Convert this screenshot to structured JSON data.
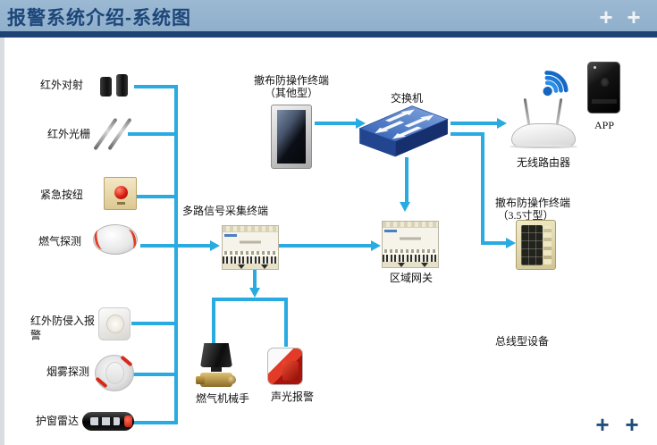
{
  "header": {
    "title": "报警系统介绍-系统图"
  },
  "controls": {
    "plus": "+"
  },
  "diagram": {
    "left_devices": [
      {
        "label": "红外对射",
        "icon": "infrared-beam-icon"
      },
      {
        "label": "红外光栅",
        "icon": "infrared-grating-icon"
      },
      {
        "label": "紧急按纽",
        "icon": "emergency-button-icon"
      },
      {
        "label": "燃气探测",
        "icon": "gas-detector-icon"
      },
      {
        "label": "红外防侵入报警",
        "icon": "pir-intrusion-detector-icon"
      },
      {
        "label": "烟雾探测",
        "icon": "smoke-detector-icon"
      },
      {
        "label": "护窗雷达",
        "icon": "window-radar-icon"
      }
    ],
    "collector": {
      "label": "多路信号采集终端"
    },
    "terminal_other": {
      "title": "撤布防操作终端",
      "subtitle": "（其他型）"
    },
    "switch": {
      "label": "交换机"
    },
    "gateway": {
      "label": "区域网关"
    },
    "router": {
      "label": "无线路由器"
    },
    "app": {
      "label": "APP"
    },
    "terminal_35": {
      "title": "撤布防操作终端",
      "subtitle": "（3.5寸型）"
    },
    "bus_devices": {
      "label": "总线型设备"
    },
    "gas_valve": {
      "label": "燃气机械手"
    },
    "sound_light": {
      "label": "声光报警"
    },
    "colors": {
      "connector_line": "#29abe1",
      "header_bg": "#8fafcb",
      "header_text": "#1d4679",
      "header_bar": "#1c4373",
      "plus_top": "#eef3f8",
      "plus_bottom": "#1f4e79"
    }
  }
}
